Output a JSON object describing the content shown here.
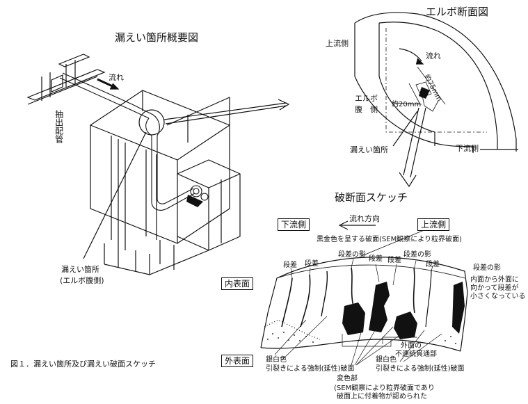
{
  "overview": {
    "title": "漏えい箇所概要図",
    "flow_label": "流れ",
    "extraction_pipe_label": "抽出配管",
    "leak_location_label": "漏えい箇所",
    "leak_location_sub": "(エルボ腹側)"
  },
  "elbow_section": {
    "title": "エルボ断面図",
    "upstream_label": "上流側",
    "flow_label": "流れ",
    "elbow_belly_label_1": "エルボ",
    "elbow_belly_label_2": "腹　側",
    "dim_75": "約75mm",
    "dim_20": "約20mm",
    "leak_location_label": "漏えい箇所",
    "downstream_label": "下流側"
  },
  "fracture_sketch": {
    "title": "破断面スケッチ",
    "downstream_box": "下流側",
    "upstream_box": "上流側",
    "flow_direction": "流れ方向",
    "top_note": "黒金色を呈する破面(SEM観察により粒界破面)",
    "step_labels": [
      "段差",
      "段差",
      "段差の影",
      "段差",
      "段差",
      "段差の影",
      "段差"
    ],
    "right_shadow_label": "段差の影",
    "right_note": [
      "内面から外面に",
      "向かって段差が",
      "小さくなっている"
    ],
    "inner_surface_box": "内表面",
    "outer_surface_box": "外表面",
    "outer_discontinuity": [
      "外面の",
      "不連続貫通部"
    ],
    "silver_white_left": "銀白色",
    "tensile_left": "引裂きによる強制(延性)破面",
    "discolored": "変色部",
    "silver_white_right": "銀白色",
    "tensile_right": "引裂きによる強制(延性)破面",
    "sem_note": [
      "(SEM観察により粒界破面であり",
      "破面上に付着物が認められた"
    ]
  },
  "caption": "図１．漏えい箇所及び漏えい破面スケッチ"
}
